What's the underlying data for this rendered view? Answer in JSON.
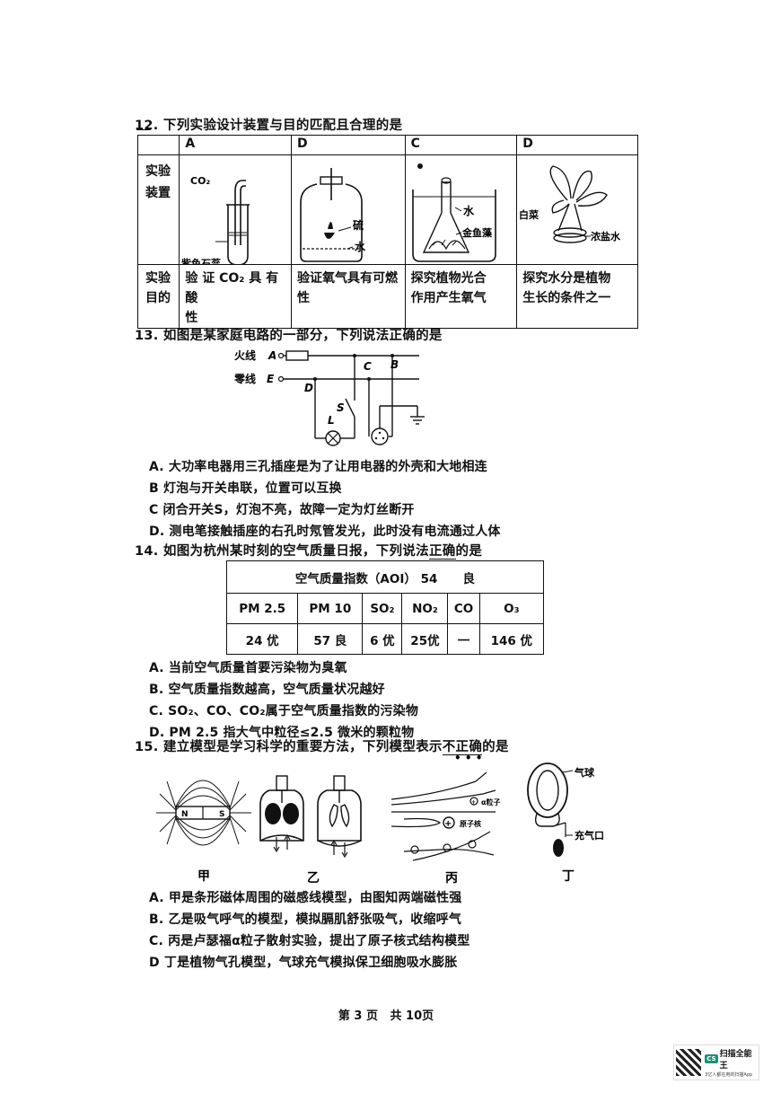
{
  "q12": {
    "stem": "12. 下列实验设计装置与目的匹配且合理的是",
    "headers": [
      "A",
      "D",
      "C",
      "D"
    ],
    "row1_label": "实验装置",
    "row1_label_l1": "实验",
    "row1_label_l2": "装置",
    "row2_label_l1": "实验",
    "row2_label_l2": "目的",
    "apparatus_labels": {
      "a_gas": "CO₂",
      "a_liquid": "紫色石蕊",
      "b_substance": "硫",
      "b_water": "水",
      "c_water": "水",
      "c_plant": "金鱼藻",
      "d_plant": "白菜",
      "d_solution": "浓盐水"
    },
    "purposes": [
      {
        "l1": "验 证 CO₂ 具 有 酸",
        "l2": "性"
      },
      {
        "l1": "验证氧气具有可燃",
        "l2": "性"
      },
      {
        "l1": "探究植物光合",
        "l2": "作用产生氧气"
      },
      {
        "l1": "探究水分是植物",
        "l2": "生长的条件之一"
      }
    ]
  },
  "q13": {
    "stem": "13. 如图是某家庭电路的一部分，下列说法正确的是",
    "circuit": {
      "live": "火线",
      "live_point": "A",
      "neutral": "零线",
      "neutral_point": "E",
      "point_b": "B",
      "point_c": "C",
      "point_d": "D",
      "switch": "S",
      "lamp": "L"
    },
    "options": [
      "A. 大功率电器用三孔插座是为了让用电器的外壳和大地相连",
      "B  灯泡与开关串联，位置可以互换",
      "C  闭合开关S，灯泡不亮，故障一定为灯丝断开",
      "D. 测电笔接触插座的右孔时氖管发光，此时没有电流通过人体"
    ]
  },
  "q14": {
    "stem_prefix": "14. 如图为杭州某时刻的空气质量日报，下列说法",
    "stem_emph": "正确",
    "stem_suffix": "的是",
    "table_title": "空气质量指数（AOI） 54      良",
    "headers": [
      "PM 2.5",
      "PM 10",
      "SO₂",
      "NO₂",
      "CO",
      "O₃"
    ],
    "values": [
      "24 优",
      "57 良",
      "6 优",
      "25优",
      "一",
      "146 优"
    ],
    "options": [
      "A. 当前空气质量首要污染物为臭氧",
      "B. 空气质量指数越高，空气质量状况越好",
      "C. SO₂、CO、CO₂属于空气质量指数的污染物",
      "D. PM 2.5 指大气中粒径≤2.5 微米的颗粒物"
    ]
  },
  "q15": {
    "stem_prefix": "15. 建立模型是学习科学的重要方法，下列模型表示",
    "stem_emph": "不正确",
    "stem_suffix": "的是",
    "figure_labels": [
      "甲",
      "乙",
      "丙",
      "丁"
    ],
    "magnet_n": "N",
    "magnet_s": "S",
    "alpha_label": "α粒子",
    "nucleus_label": "原子核",
    "balloon_label": "气球",
    "inlet_label": "充气口",
    "options": [
      "A. 甲是条形磁体周围的磁感线模型，由图知两端磁性强",
      "B. 乙是吸气呼气的模型，模拟膈肌舒张吸气，收缩呼气",
      "C. 丙是卢瑟福α粒子散射实验，提出了原子核式结构模型",
      "D  丁是植物气孔模型，气球充气模拟保卫细胞吸水膨胀"
    ]
  },
  "footer": "第 3 页   共 10页",
  "badge": {
    "icon_text": "CS",
    "title": "扫描全能王",
    "subtitle": "3亿人都在用的扫描App"
  }
}
